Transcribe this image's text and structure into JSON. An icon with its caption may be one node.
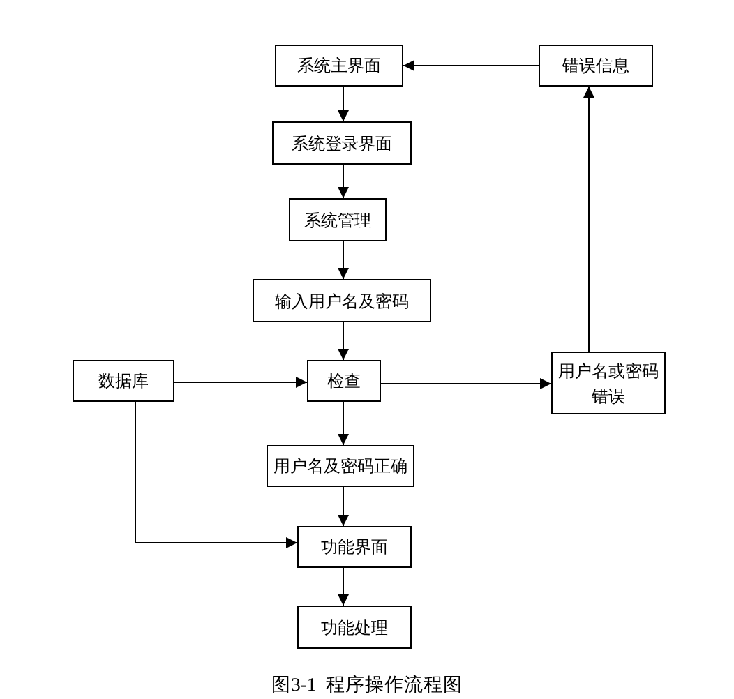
{
  "diagram": {
    "caption": "图3-1  程序操作流程图",
    "nodes": [
      {
        "text": [
          "系统主界面"
        ]
      },
      {
        "text": [
          "错误信息"
        ]
      },
      {
        "text": [
          "系统登录界面"
        ]
      },
      {
        "text": [
          "系统管理"
        ]
      },
      {
        "text": [
          "输入用户名及密码"
        ]
      },
      {
        "text": [
          "数据库"
        ]
      },
      {
        "text": [
          "检查"
        ]
      },
      {
        "text": [
          "用户名或密码错误"
        ]
      },
      {
        "text": [
          "用户名及密码正确"
        ]
      },
      {
        "text": [
          "功能界面"
        ]
      },
      {
        "text": [
          "功能处理"
        ]
      }
    ],
    "edges": [
      {
        "from": 1,
        "to": 0,
        "arrow": "to"
      },
      {
        "from": 0,
        "to": 2,
        "arrow": "to"
      },
      {
        "from": 2,
        "to": 3,
        "arrow": "to"
      },
      {
        "from": 3,
        "to": 4,
        "arrow": "to"
      },
      {
        "from": 4,
        "to": 6,
        "arrow": "to"
      },
      {
        "from": 5,
        "to": 6,
        "arrow": "to"
      },
      {
        "from": 6,
        "to": 7,
        "arrow": "to"
      },
      {
        "from": 7,
        "to": 1,
        "arrow": "to"
      },
      {
        "from": 6,
        "to": 8,
        "arrow": "to"
      },
      {
        "from": 5,
        "to": 9,
        "arrow": "to"
      },
      {
        "from": 8,
        "to": 9,
        "arrow": "to"
      },
      {
        "from": 9,
        "to": 10,
        "arrow": "to"
      }
    ]
  }
}
